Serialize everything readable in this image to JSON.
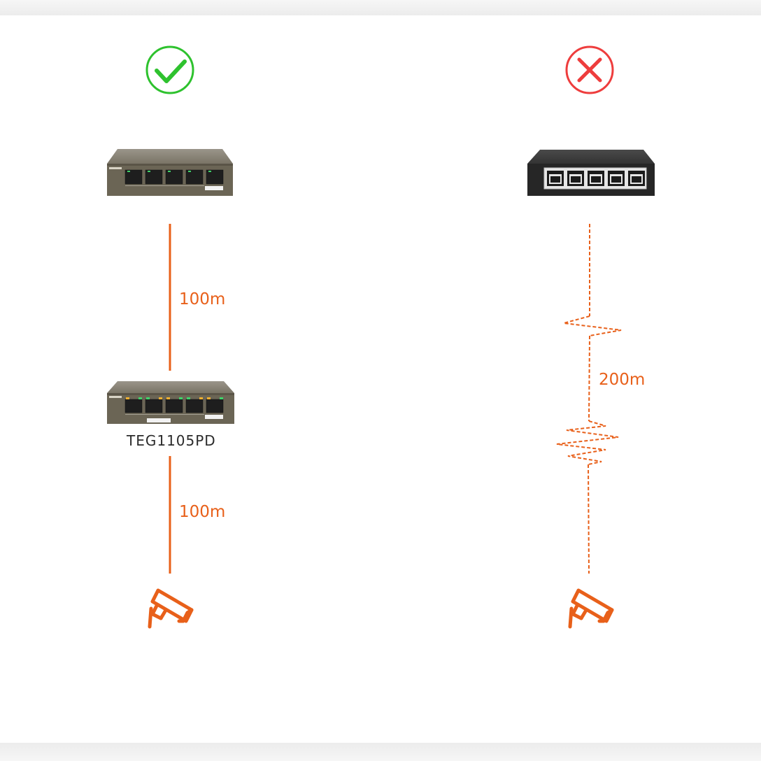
{
  "colors": {
    "accent": "#e8601a",
    "correct": "#2ec22e",
    "wrong": "#ee3d3d",
    "switch_dark": "#2b2b2b",
    "switch_brown": "#6b6555"
  },
  "icons": {
    "correct": "check-circle-icon",
    "wrong": "cross-circle-icon",
    "camera": "cctv-camera-icon"
  },
  "left_column": {
    "segment_1_distance": "100m",
    "segment_2_distance": "100m",
    "extender_model": "TEG1105PD"
  },
  "right_column": {
    "distance": "200m"
  }
}
